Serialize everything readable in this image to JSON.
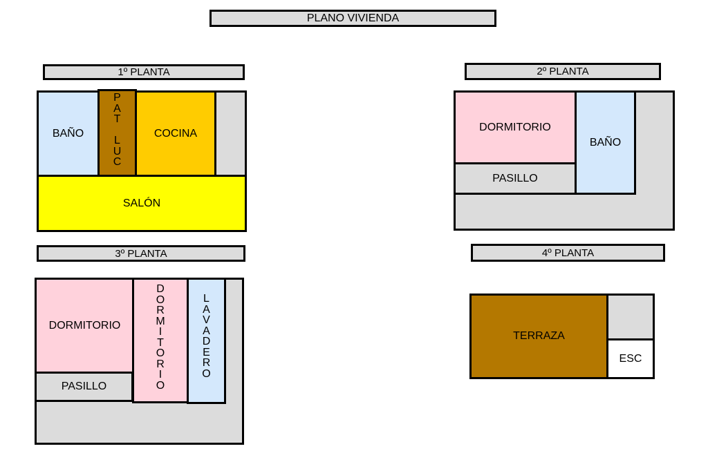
{
  "title": "PLANO VIVIENDA",
  "floors": [
    {
      "label": "1º PLANTA",
      "rooms": [
        {
          "name": "BAÑO",
          "color": "#d4e8fc"
        },
        {
          "name": "PAT LUC",
          "color": "#b47800",
          "vertical_letters": [
            "P",
            "A",
            "T",
            "",
            "L",
            "U",
            "C"
          ]
        },
        {
          "name": "COCINA",
          "color": "#ffcc00"
        },
        {
          "name": "SALÓN",
          "color": "#ffff00"
        }
      ]
    },
    {
      "label": "2º PLANTA",
      "rooms": [
        {
          "name": "DORMITORIO",
          "color": "#ffd2dc"
        },
        {
          "name": "BAÑO",
          "color": "#d4e8fc"
        },
        {
          "name": "PASILLO",
          "color": "#dcdcdc"
        }
      ]
    },
    {
      "label": "3º PLANTA",
      "rooms": [
        {
          "name": "DORMITORIO",
          "color": "#ffd2dc"
        },
        {
          "name": "PASILLO",
          "color": "#dcdcdc"
        },
        {
          "name": "DORMITORIO",
          "color": "#ffd2dc",
          "vertical_letters": [
            "D",
            "O",
            "R",
            "M",
            "I",
            "T",
            "O",
            "R",
            "I",
            "O"
          ]
        },
        {
          "name": "LAVADERO",
          "color": "#d4e8fc",
          "vertical_letters": [
            "L",
            "A",
            "V",
            "A",
            "D",
            "E",
            "R",
            "O"
          ]
        }
      ]
    },
    {
      "label": "4º PLANTA",
      "rooms": [
        {
          "name": "TERRAZA",
          "color": "#b47800"
        },
        {
          "name": "ESC",
          "color": "#ffffff"
        }
      ]
    }
  ]
}
